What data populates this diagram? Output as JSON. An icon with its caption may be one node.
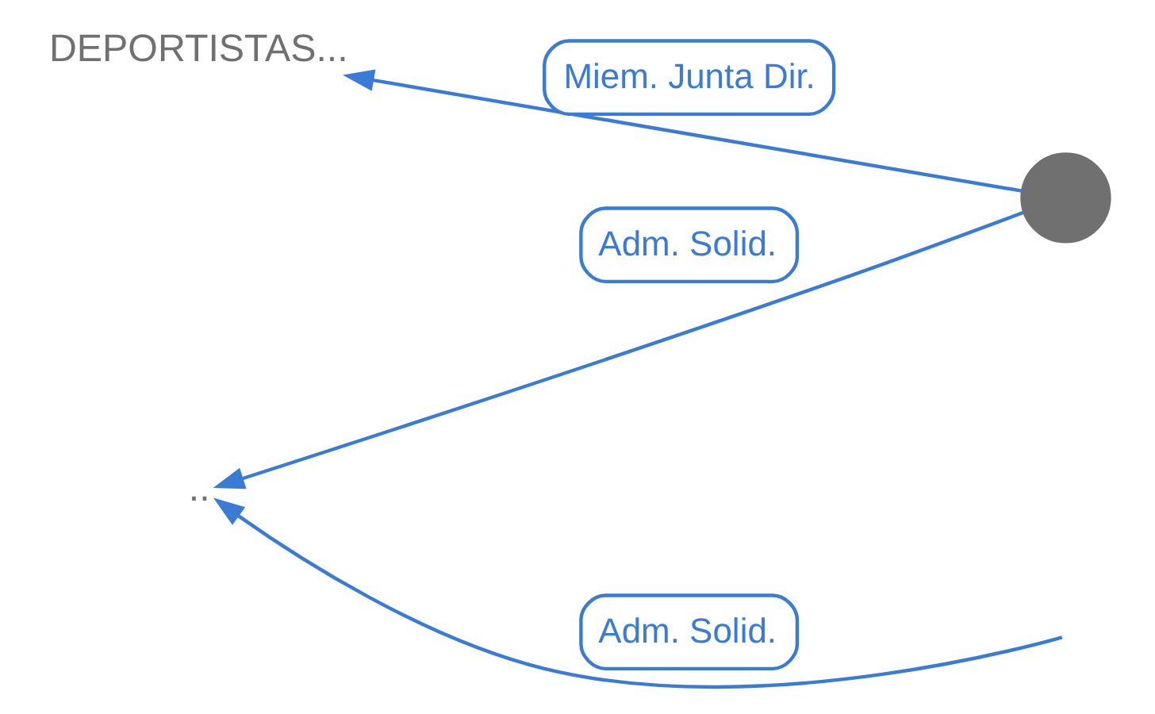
{
  "diagram": {
    "nodes": [
      {
        "text": [
          "DEPORTISTAS..."
        ]
      },
      {
        "text": [],
        "shape": "person"
      },
      {
        "text": [
          ".."
        ]
      }
    ],
    "edges": [
      {
        "from": 1,
        "to": 0,
        "arrow": "to",
        "label": "Miem. Junta Dir."
      },
      {
        "from": null,
        "to": 2,
        "arrow": "to",
        "label": "Adm. Solid."
      },
      {
        "from": 1,
        "to": 2,
        "arrow": "to",
        "label": "Adm. Solid."
      }
    ]
  }
}
